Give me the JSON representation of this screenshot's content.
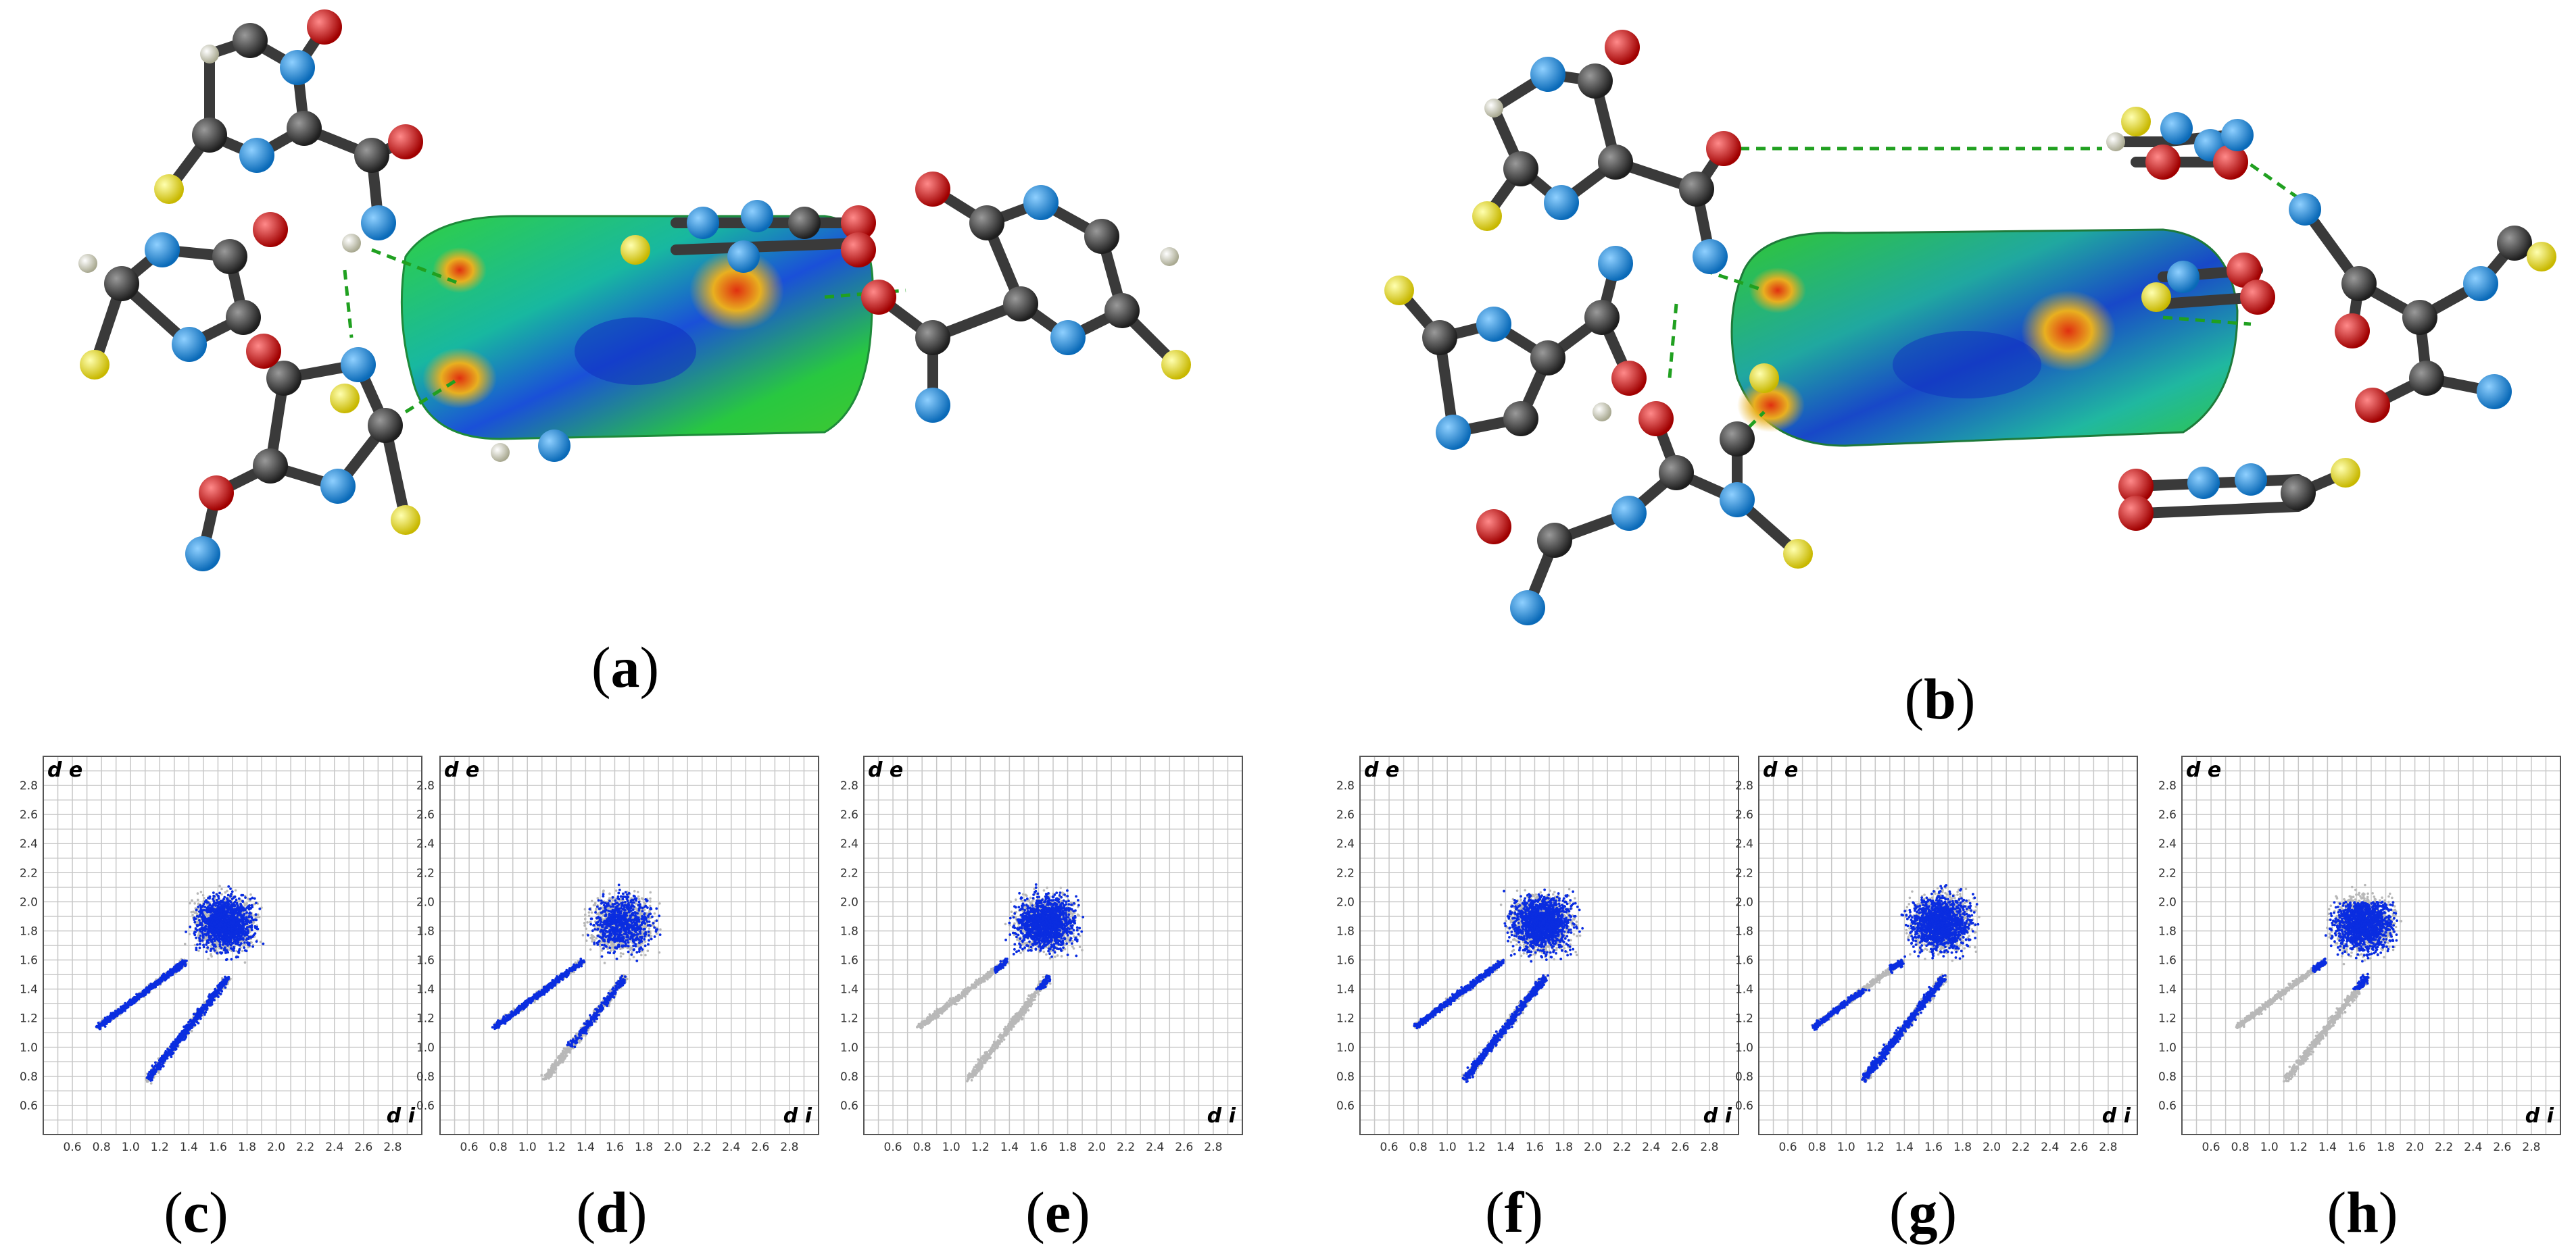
{
  "panel_labels": [
    "a",
    "b",
    "c",
    "d",
    "e",
    "f",
    "g",
    "h"
  ],
  "colors": {
    "carbon": "#3a3a3a",
    "nitrogen": "#1a8fe0",
    "oxygen": "#e01010",
    "fluorine": "#f0e800",
    "hydrogen": "#e8e8d0",
    "surface_green": "#2ec82e",
    "surface_blue": "#1040d0",
    "surface_red": "#e04010",
    "contact_line": "#20a020",
    "fp_background": "#b8b8b8",
    "fp_highlight": "#0a2de0",
    "grid": "#c8c8c8"
  },
  "fingerprint_axes": {
    "x_label": "d i",
    "y_label": "d e",
    "x_ticks": [
      "0.6",
      "0.8",
      "1.0",
      "1.2",
      "1.4",
      "1.6",
      "1.8",
      "2.0",
      "2.2",
      "2.4",
      "2.6",
      "2.8"
    ],
    "y_ticks": [
      "2.8",
      "2.6",
      "2.4",
      "2.2",
      "2.0",
      "1.8",
      "1.6",
      "1.4",
      "1.2",
      "1.0",
      "0.8",
      "0.6"
    ]
  },
  "chart_data": [
    {
      "panel": "c",
      "type": "scatter",
      "xlabel": "d i",
      "ylabel": "d e",
      "xlim": [
        0.4,
        3.0
      ],
      "ylim": [
        0.4,
        3.0
      ],
      "grid": true
    },
    {
      "panel": "d",
      "type": "scatter",
      "xlabel": "d i",
      "ylabel": "d e",
      "xlim": [
        0.4,
        3.0
      ],
      "ylim": [
        0.4,
        3.0
      ],
      "grid": true
    },
    {
      "panel": "e",
      "type": "scatter",
      "xlabel": "d i",
      "ylabel": "d e",
      "xlim": [
        0.4,
        3.0
      ],
      "ylim": [
        0.4,
        3.0
      ],
      "grid": true
    },
    {
      "panel": "f",
      "type": "scatter",
      "xlabel": "d i",
      "ylabel": "d e",
      "xlim": [
        0.4,
        3.0
      ],
      "ylim": [
        0.4,
        3.0
      ],
      "grid": true
    },
    {
      "panel": "g",
      "type": "scatter",
      "xlabel": "d i",
      "ylabel": "d e",
      "xlim": [
        0.4,
        3.0
      ],
      "ylim": [
        0.4,
        3.0
      ],
      "grid": true
    },
    {
      "panel": "h",
      "type": "scatter",
      "xlabel": "d i",
      "ylabel": "d e",
      "xlim": [
        0.4,
        3.0
      ],
      "ylim": [
        0.4,
        3.0
      ],
      "grid": true
    }
  ]
}
